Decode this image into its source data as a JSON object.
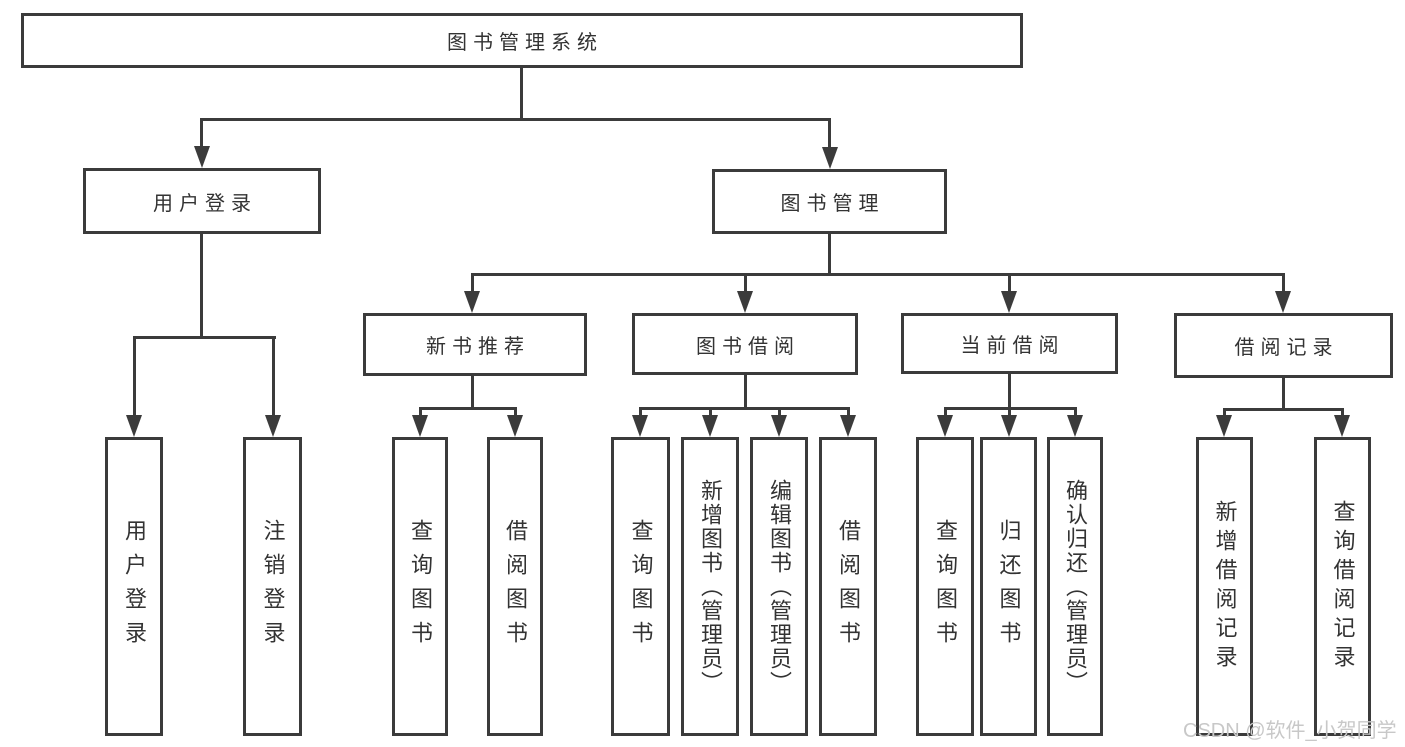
{
  "diagram": {
    "root": {
      "label": "图书管理系统"
    },
    "level2": [
      {
        "label": "用户登录"
      },
      {
        "label": "图书管理"
      }
    ],
    "level3": [
      {
        "label": "新书推荐"
      },
      {
        "label": "图书借阅"
      },
      {
        "label": "当前借阅"
      },
      {
        "label": "借阅记录"
      }
    ],
    "leaves": {
      "user_login": [
        "用户登录",
        "注销登录"
      ],
      "new_book": [
        "查询图书",
        "借阅图书"
      ],
      "borrow": [
        "查询图书",
        "新增图书（管理员）",
        "编辑图书（管理员）",
        "借阅图书"
      ],
      "current": [
        "查询图书",
        "归还图书",
        "确认归还（管理员）"
      ],
      "records": [
        "新增借阅记录",
        "查询借阅记录"
      ]
    }
  },
  "watermark": "CSDN @软件_小贺同学",
  "colors": {
    "line": "#3b3b3b",
    "text": "#333333",
    "watermark": "#c8c8c8",
    "background": "#ffffff"
  }
}
